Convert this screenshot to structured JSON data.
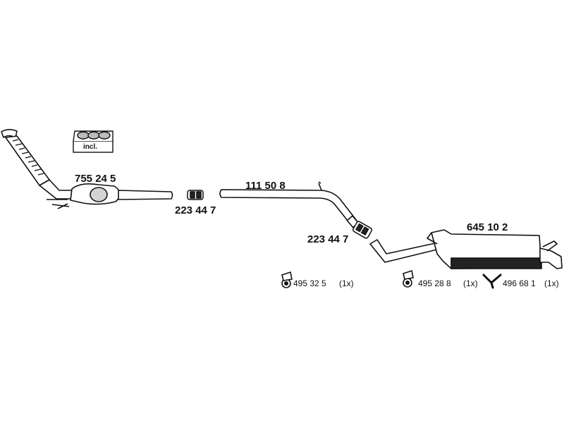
{
  "colors": {
    "ink": "#111111",
    "pipe_fill": "#ffffff",
    "shade": "#9a9a9a",
    "muffler_band": "#222222"
  },
  "kit_box": {
    "label": "incl.",
    "icon": "clamp-kit-icon"
  },
  "parts": {
    "catalytic_converter": {
      "number": "755 24 5",
      "icon": "catalytic-converter-icon"
    },
    "clamp_front": {
      "number": "223 44 7",
      "icon": "pipe-clamp-icon"
    },
    "middle_pipe": {
      "number": "111 50 8",
      "icon": "middle-pipe-icon"
    },
    "clamp_rear": {
      "number": "223 44 7",
      "icon": "pipe-clamp-icon"
    },
    "rear_muffler": {
      "number": "645 10 2",
      "icon": "rear-muffler-icon"
    }
  },
  "mounts": [
    {
      "number": "495 32 5",
      "qty": "(1x)",
      "icon": "rubber-mount-icon"
    },
    {
      "number": "495 28 8",
      "qty": "(1x)",
      "icon": "rubber-mount-icon"
    },
    {
      "number": "496 68 1",
      "qty": "(1x)",
      "icon": "y-hanger-icon"
    }
  ]
}
